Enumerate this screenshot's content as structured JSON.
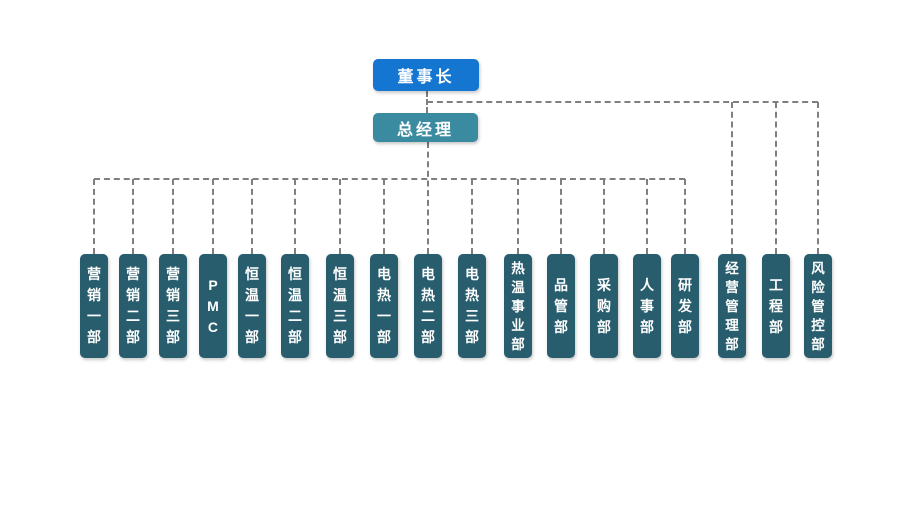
{
  "org_chart": {
    "chairman": {
      "label": "董事长"
    },
    "general_manager": {
      "label": "总经理"
    },
    "departments": [
      {
        "label": "营销一部",
        "reports_to": "总经理"
      },
      {
        "label": "营销二部",
        "reports_to": "总经理"
      },
      {
        "label": "营销三部",
        "reports_to": "总经理"
      },
      {
        "label": "PMC",
        "reports_to": "总经理"
      },
      {
        "label": "恒温一部",
        "reports_to": "总经理"
      },
      {
        "label": "恒温二部",
        "reports_to": "总经理"
      },
      {
        "label": "恒温三部",
        "reports_to": "总经理"
      },
      {
        "label": "电热一部",
        "reports_to": "总经理"
      },
      {
        "label": "电热二部",
        "reports_to": "总经理"
      },
      {
        "label": "电热三部",
        "reports_to": "总经理"
      },
      {
        "label": "热温事业部",
        "reports_to": "总经理"
      },
      {
        "label": "品管部",
        "reports_to": "总经理"
      },
      {
        "label": "采购部",
        "reports_to": "总经理"
      },
      {
        "label": "人事部",
        "reports_to": "总经理"
      },
      {
        "label": "研发部",
        "reports_to": "总经理"
      },
      {
        "label": "经营管理部",
        "reports_to": "董事长"
      },
      {
        "label": "工程部",
        "reports_to": "董事长"
      },
      {
        "label": "风险管控部",
        "reports_to": "董事长"
      }
    ],
    "colors": {
      "chairman_box": "#1576d2",
      "general_manager_box": "#3b8ba0",
      "department_box": "#285d6e",
      "connector_line": "#7f7f7f",
      "box_text": "#ffffff"
    }
  }
}
